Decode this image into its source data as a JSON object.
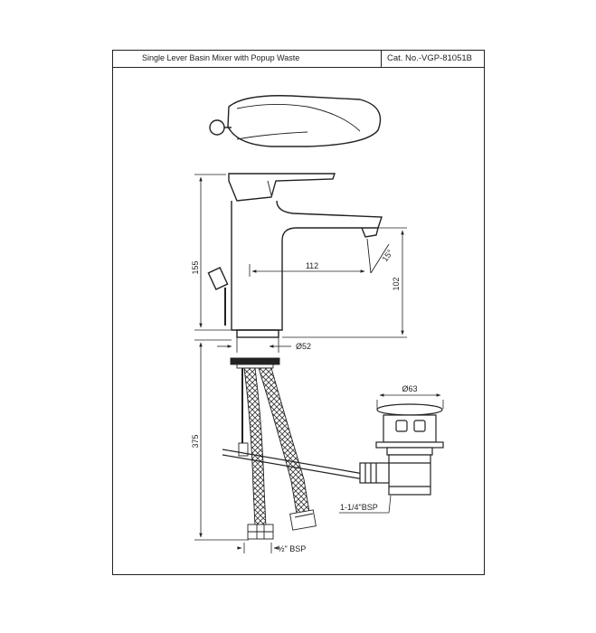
{
  "title_block": {
    "product_name": "Single Lever Basin Mixer with Popup Waste",
    "catalog_number": "Cat. No.-VGP-81051B"
  },
  "dimensions": {
    "overall_height": "155",
    "spout_reach": "112",
    "spout_angle": "15°",
    "spout_height": "102",
    "base_diameter": "Ø52",
    "hose_length": "375",
    "waste_diameter": "Ø63",
    "waste_thread": "1-1/4\"BSP",
    "inlet_thread": "½\" BSP"
  },
  "colors": {
    "line": "#222222",
    "background": "#ffffff"
  }
}
